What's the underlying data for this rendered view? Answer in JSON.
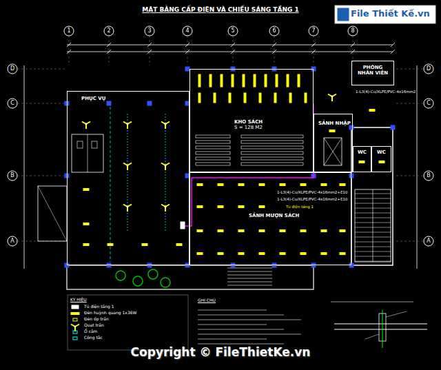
{
  "diagram": {
    "title": "MẶT BẰNG CẤP ĐIỆN VÀ CHIẾU SÁNG TẦNG 1",
    "nodes": [
      {
        "text": [
          "PHỤC VỤ"
        ]
      },
      {
        "text": [
          "KHO SÁCH",
          "S = 128 M2"
        ]
      },
      {
        "text": [
          "SẢNH NHẬP"
        ]
      },
      {
        "text": [
          "PHÒNG NHÂN VIÊN"
        ]
      },
      {
        "text": [
          "SẢNH MƯỢN SÁCH"
        ]
      },
      {
        "text": [
          "WC"
        ]
      },
      {
        "text": [
          "WC"
        ]
      }
    ],
    "labels": [
      "1",
      "2",
      "3",
      "4",
      "5",
      "6",
      "7",
      "8",
      "D",
      "C",
      "B",
      "A",
      "D",
      "C",
      "B",
      "A",
      "1-L3(4)-Cu/XLPE/PVC-4x16mm2",
      "1-L3(4)-Cu/XLPE/PVC-4x16mm2+E10",
      "1-L3(4)-Cu/XLPE/PVC-4x16mm2+E10",
      "Tủ điện tầng 1",
      "GHI CHÚ",
      "KÝ HIỆU",
      "Copyright © FileThietKe.vn",
      "File Thiết Kế.vn"
    ],
    "legend": [
      {
        "text": "Tủ điện tầng 1"
      },
      {
        "text": "Đèn huỳnh quang 1x36W"
      },
      {
        "text": "Đèn ốp trần"
      },
      {
        "text": "Quạt trần"
      },
      {
        "text": "Ổ cắm"
      },
      {
        "text": "Công tắc"
      }
    ]
  }
}
